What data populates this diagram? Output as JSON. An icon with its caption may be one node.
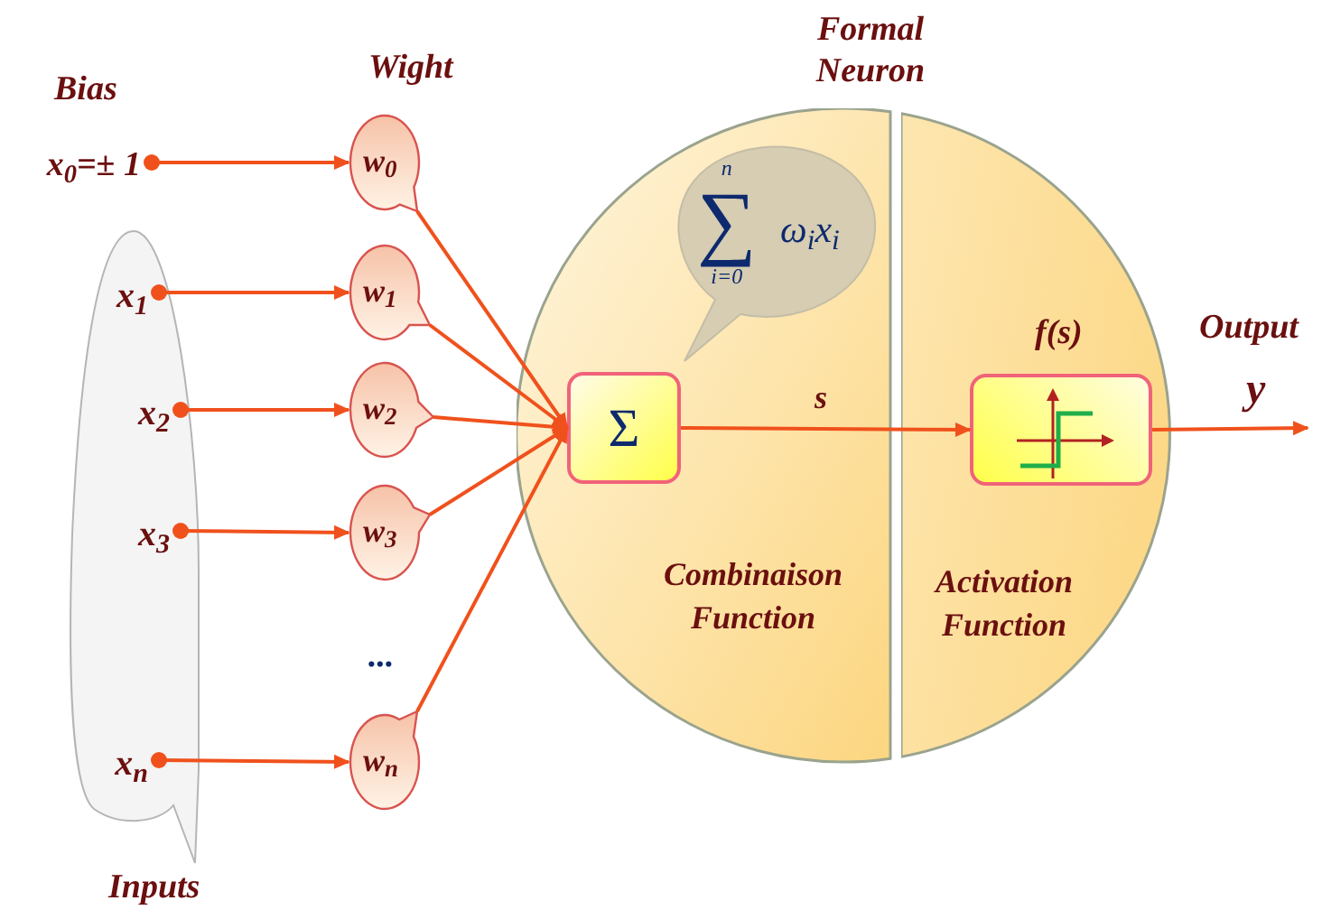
{
  "diagram": {
    "title": "Formal Neuron",
    "nodes": [
      {
        "text": [
          "x$_{0}$=± 1"
        ],
        "beside": [
          "Bias"
        ]
      },
      {
        "text": [
          "Inputs"
        ]
      },
      {
        "text": [
          "x$_{1}$"
        ],
        "in": 1
      },
      {
        "text": [
          "x$_{2}$"
        ],
        "in": 1
      },
      {
        "text": [
          "x$_{3}$"
        ],
        "in": 1
      },
      {
        "text": [
          "x$_{n}$"
        ],
        "in": 1
      },
      {
        "text": [
          "w$_{0}$"
        ]
      },
      {
        "text": [
          "w$_{1}$"
        ]
      },
      {
        "text": [
          "w$_{2}$"
        ]
      },
      {
        "text": [
          "w$_{3}$"
        ]
      },
      {
        "text": [
          "w$_{n}$"
        ]
      },
      {
        "text": [
          "Combinaison Function"
        ]
      },
      {
        "text": [
          "Activation Function"
        ]
      },
      {
        "text": [
          "Σ"
        ],
        "in": 11
      },
      {
        "text": [
          "n",
          "∑",
          "i=0",
          "ω$_{i}$x$_{i}$"
        ],
        "in": 11
      },
      {
        "text": [],
        "shape": "box",
        "beside": [
          "f(s)"
        ],
        "in": 12
      }
    ],
    "edges": [
      {
        "from": 0,
        "to": 6,
        "arrow": "to"
      },
      {
        "from": 2,
        "to": 7,
        "arrow": "to"
      },
      {
        "from": 3,
        "to": 8,
        "arrow": "to"
      },
      {
        "from": 4,
        "to": 9,
        "arrow": "to"
      },
      {
        "from": 5,
        "to": 10,
        "arrow": "to"
      },
      {
        "from": 6,
        "to": 13,
        "arrow": "to"
      },
      {
        "from": 7,
        "to": 13,
        "arrow": "to"
      },
      {
        "from": 8,
        "to": 13,
        "arrow": "to"
      },
      {
        "from": 9,
        "to": 13,
        "arrow": "to"
      },
      {
        "from": 10,
        "to": 13,
        "arrow": "to"
      },
      {
        "from": 13,
        "to": 15,
        "arrow": "to",
        "label": "s"
      },
      {
        "from": 15,
        "to": null,
        "arrow": "to",
        "label": "y"
      }
    ],
    "labels": [
      "Wight",
      "...",
      "Output"
    ]
  }
}
